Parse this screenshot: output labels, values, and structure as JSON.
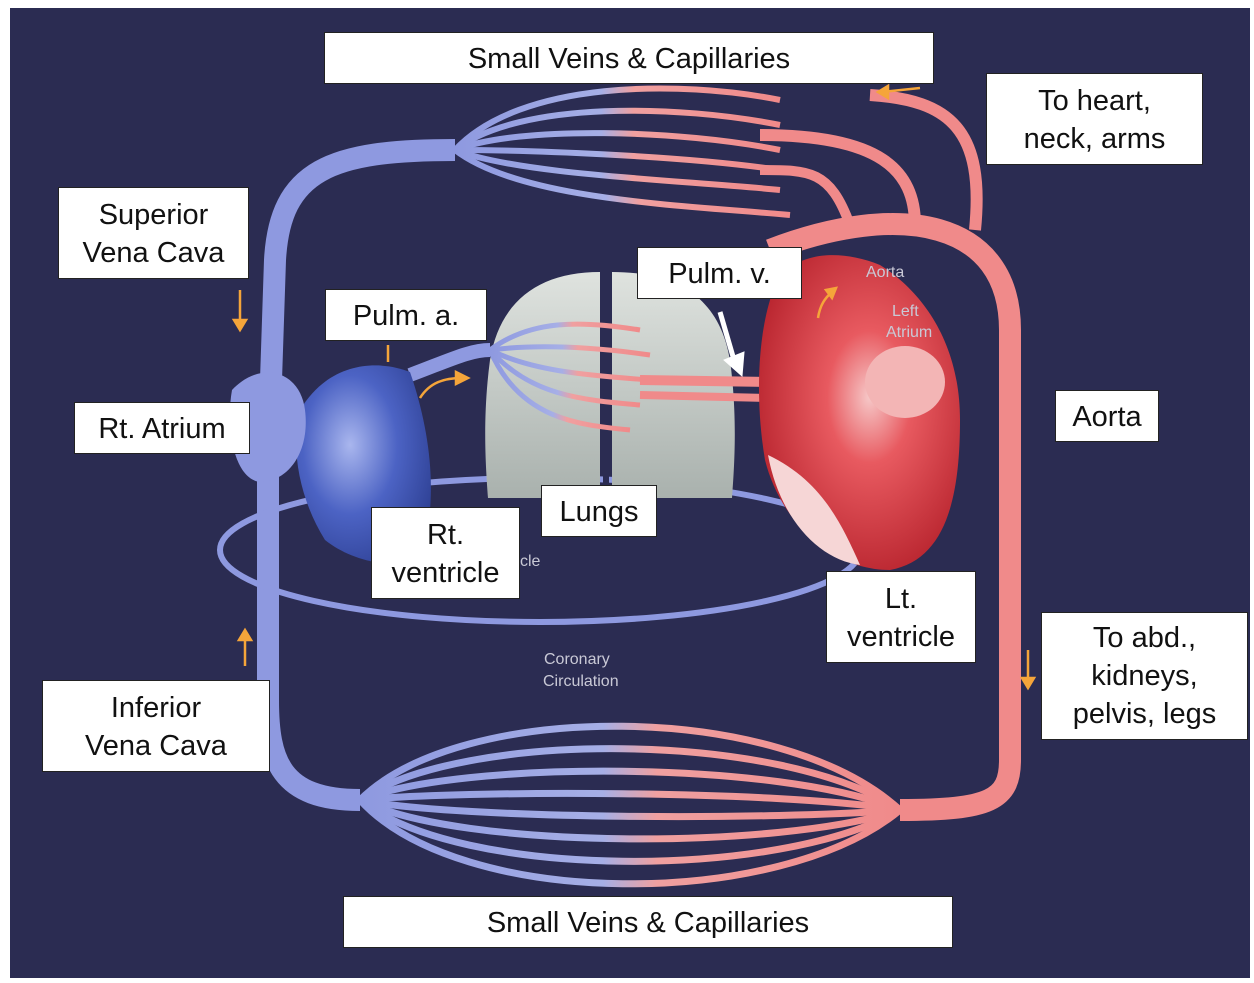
{
  "colors": {
    "background": "#2b2c52",
    "venous": "#8e99e0",
    "arterial": "#f08a8a",
    "lung": "#c9d0cc",
    "heart_left": "#d8353f",
    "heart_right": "#3d55b8",
    "arrow": "#f5a53a"
  },
  "labels": {
    "small_veins_top": "Small Veins & Capillaries",
    "small_veins_bottom": "Small Veins & Capillaries",
    "to_heart_line1": "To heart,",
    "to_heart_line2": "neck, arms",
    "superior_vc_line1": "Superior",
    "superior_vc_line2": "Vena Cava",
    "pulm_v": "Pulm. v.",
    "pulm_a": "Pulm. a.",
    "rt_atrium": "Rt. Atrium",
    "aorta": "Aorta",
    "lungs": "Lungs",
    "rt_ventricle_line1": "Rt.",
    "rt_ventricle_line2": "ventricle",
    "lt_ventricle_line1": "Lt.",
    "lt_ventricle_line2": "ventricle",
    "to_abd_line1": "To abd.,",
    "to_abd_line2": "kidneys,",
    "to_abd_line3": "pelvis, legs",
    "inferior_vc_line1": "Inferior",
    "inferior_vc_line2": "Vena Cava"
  },
  "printed_small": {
    "aorta": "Aorta",
    "left_atrium_line1": "Left",
    "left_atrium_line2": "Atrium",
    "coronary_line1": "Coronary",
    "coronary_line2": "Circulation",
    "cle": "cle"
  }
}
